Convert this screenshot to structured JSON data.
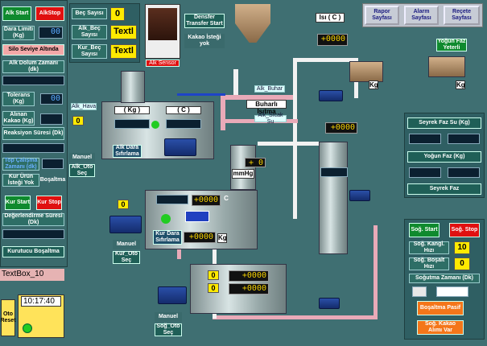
{
  "left": {
    "alk_start": "Alk Start",
    "alk_stop": "AlkStop",
    "dara_limiti_label": "Dara Limiti (Kg)",
    "dara_limiti_value": "00",
    "silo_seviye": "Silo Seviye Altında",
    "alk_dolum_zamani": "Alk Dolum Zamanı (dk)",
    "tolerans_label": "Tolerans (Kg)",
    "tolerans_value": "00",
    "alinan_kakao_label": "Alınan Kakao (Kg)",
    "reaksiyon_suresi": "Reaksiyon Süresi (Dk)",
    "top_calisma": "Top Çalışma Zamanı (dk)",
    "kur_urun_istegi": "Kur Ürün İsteği Yok",
    "bosaltma_label": "Boşaltma",
    "kur_start": "Kur Start",
    "kur_stop": "Kur Stop",
    "degerlendirme": "Değerlendirme Süresi (Dk)",
    "kurutucu_bosaltma": "Kurutucu Boşaltma",
    "textbox": "TextBox_10",
    "oto_reset": "Oto Reset",
    "clock": "10:17:40"
  },
  "top": {
    "bec_sayisi": "Beç Sayısı",
    "bec_value": "0",
    "alk_bec_sayisi": "Alk_Beç Sayısı",
    "alk_text": "Textl",
    "kur_bec_sayisi": "Kur_Beç Sayısı",
    "kur_text": "Textl",
    "alk_sensor": "Alk Sensor",
    "densfer": "Densfer Transfer Start",
    "kakao_istegi": "Kakao İsteği yok",
    "isi": "Isı ( C )",
    "isi_value": "+0000",
    "rapor": "Rapor Sayfası",
    "alarm": "Alarm Sayfası",
    "recete": "Reçete Sayfası",
    "yogun_faz": "Yoğun Faz Yeterli"
  },
  "process": {
    "alk_hava": "Alk_Hava",
    "alk_buhar": "Alk_Buhar",
    "buhar_isitma": "Buharlı Isıtma",
    "alk_sicak_su": "Alk_Sıcak Su",
    "kg_header": "( Kg )",
    "c_header": "( C )",
    "alk_dara": "Alk Dara Sıfırlama",
    "manuel": "Manuel",
    "alk_oto_sec": "Alk_Oto Seç",
    "kg": "Kg",
    "c": "C",
    "mmhg": "mmHg",
    "mmhg_value": "+ 0",
    "reactor_value": "+0000",
    "kur_dara": "Kur Dara Sıfırlama",
    "kur_manuel": "Manuel",
    "kur_oto_sec": "Kur_Oto Seç",
    "sog_manuel": "Manuel",
    "sog_oto_sec": "Soğ_Oto Seç",
    "zero": "0",
    "val_0000": "+0000"
  },
  "right": {
    "seyrek_faz_su": "Seyrek Faz Su (Kg)",
    "yogun_faz_kg": "Yoğun Faz (Kg)",
    "seyrek_faz": "Seyrek Faz",
    "sog_start": "Soğ. Start",
    "sog_stop": "Soğ. Stop",
    "sog_kangl": "Soğ. Kangl. Hızı",
    "sog_kangl_value": "10",
    "sog_bosalt": "Soğ. Boşalt Hızı",
    "sog_bosalt_value": "0",
    "sogutma_zamani": "Soğutma Zamanı (Dk)",
    "bosaltma_pasif": "Boşaltma Pasif",
    "sog_kakao": "Soğ. Kakao Alımı Var"
  }
}
